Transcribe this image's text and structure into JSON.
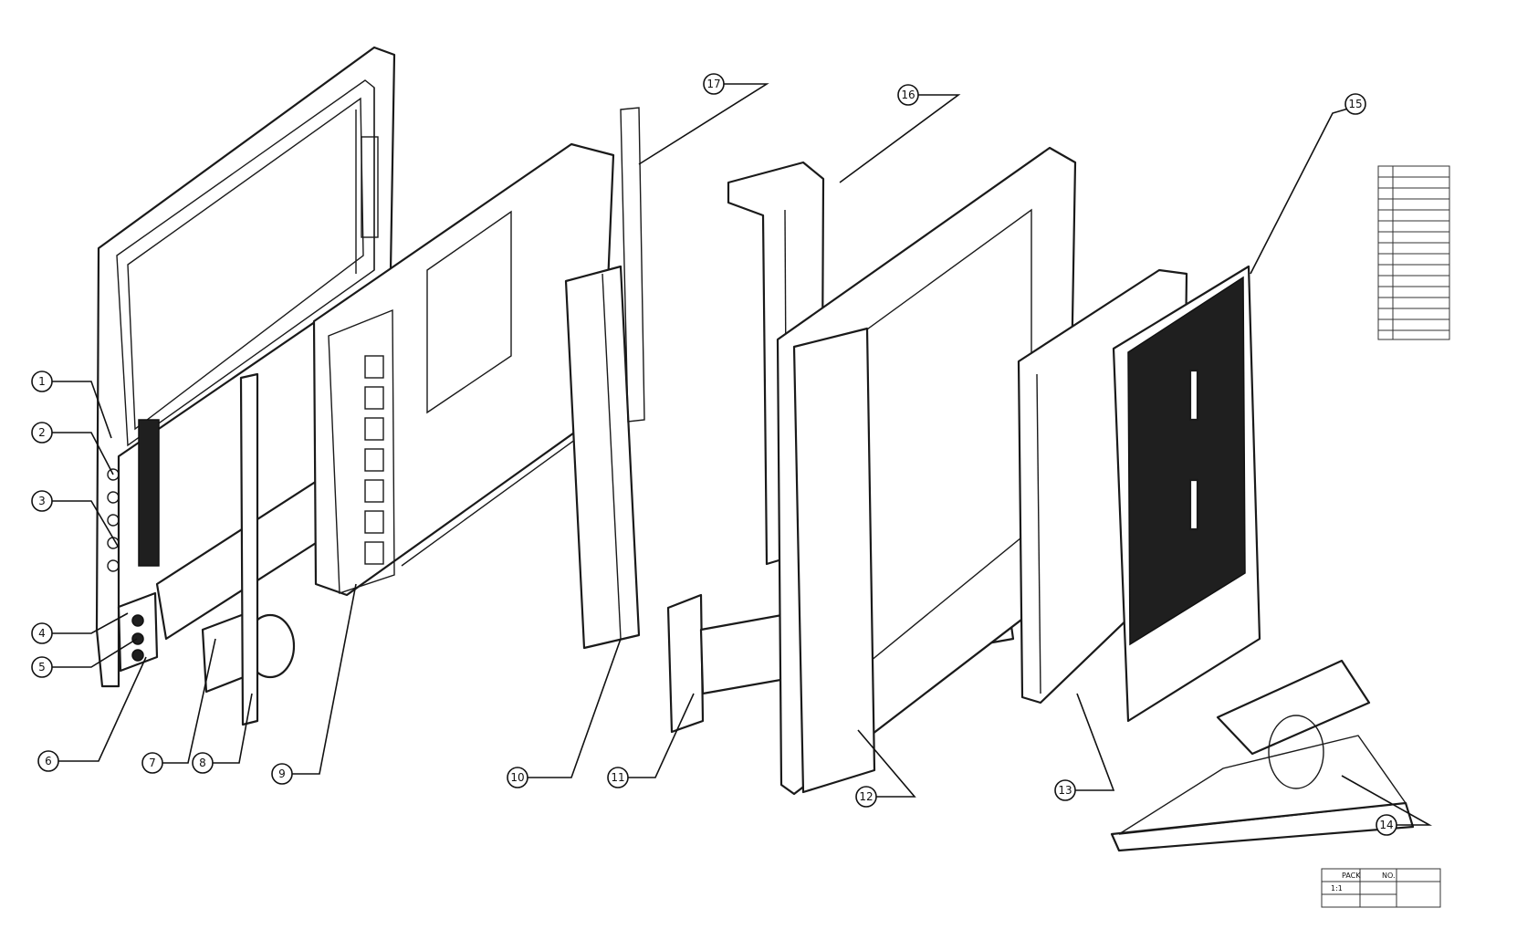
{
  "callouts": [
    {
      "id": "1",
      "text": "1"
    },
    {
      "id": "2",
      "text": "2"
    },
    {
      "id": "3",
      "text": "3"
    },
    {
      "id": "4",
      "text": "4"
    },
    {
      "id": "5",
      "text": "5"
    },
    {
      "id": "6",
      "text": "6"
    },
    {
      "id": "7",
      "text": "7"
    },
    {
      "id": "8",
      "text": "8"
    },
    {
      "id": "9",
      "text": "9"
    },
    {
      "id": "10",
      "text": "10"
    },
    {
      "id": "11",
      "text": "11"
    },
    {
      "id": "12",
      "text": "12"
    },
    {
      "id": "13",
      "text": "13"
    },
    {
      "id": "14",
      "text": "14"
    },
    {
      "id": "15",
      "text": "15"
    },
    {
      "id": "16",
      "text": "16"
    },
    {
      "id": "17",
      "text": "17"
    }
  ],
  "title_block": {
    "label_a": "PACK",
    "label_b": "NO.",
    "label_c": "1:1"
  }
}
